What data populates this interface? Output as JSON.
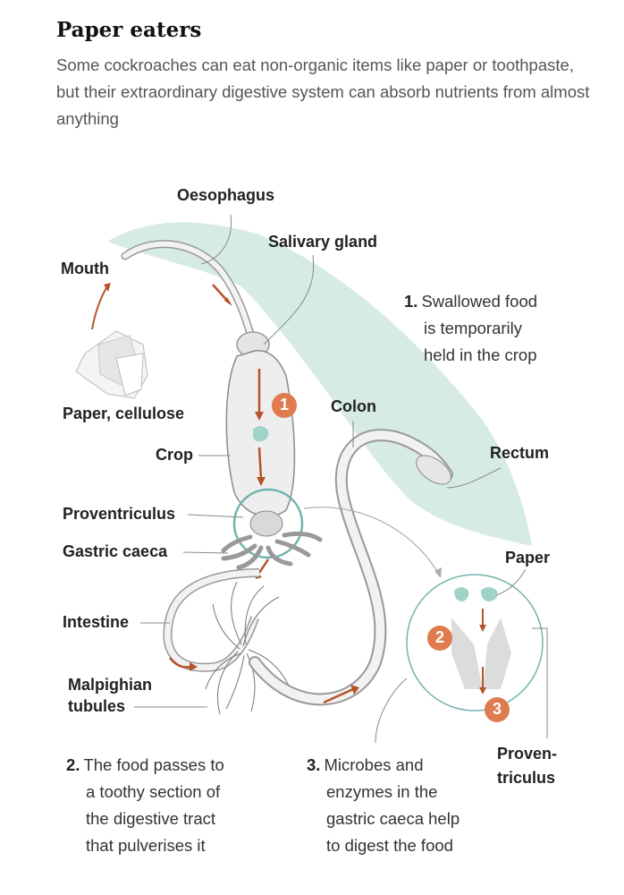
{
  "header": {
    "title": "Paper eaters",
    "subtitle": "Some cockroaches can eat non-organic items like paper or toothpaste, but their extraordinary digestive system can absorb nutrients from almost anything"
  },
  "labels": {
    "oesophagus": "Oesophagus",
    "salivary_gland": "Salivary gland",
    "mouth": "Mouth",
    "paper_cellulose": "Paper, cellulose",
    "crop": "Crop",
    "colon": "Colon",
    "rectum": "Rectum",
    "proventriculus": "Proventriculus",
    "gastric_caeca": "Gastric caeca",
    "paper": "Paper",
    "intestine": "Intestine",
    "malpighian_1": "Malpighian",
    "malpighian_2": "tubules",
    "proven_1": "Proven-",
    "proven_2": "triculus"
  },
  "markers": {
    "m1": "1",
    "m2": "2",
    "m3": "3"
  },
  "steps": {
    "s1": {
      "num": "1.",
      "lines": [
        "Swallowed food",
        "is temporarily",
        "held in the crop"
      ]
    },
    "s2": {
      "num": "2.",
      "lines": [
        "The food passes to",
        "a toothy section of",
        "the digestive tract",
        "that pulverises it"
      ]
    },
    "s3": {
      "num": "3.",
      "lines": [
        "Microbes and",
        "enzymes in the",
        "gastric caeca help",
        "to digest the food"
      ]
    }
  },
  "colors": {
    "accent": "#e07a4f",
    "arrow": "#b5532b",
    "teal": "#cfe7df",
    "tealRing": "#6fb3ad"
  }
}
